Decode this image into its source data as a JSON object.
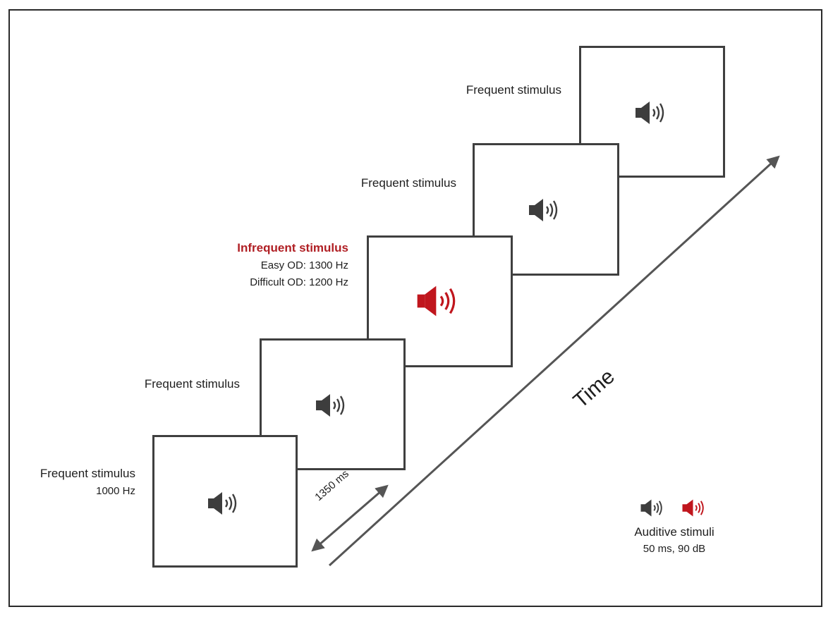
{
  "trials": [
    {
      "label": "Frequent stimulus",
      "detail": "1000 Hz",
      "type": "frequent"
    },
    {
      "label": "Frequent stimulus",
      "type": "frequent"
    },
    {
      "label": "Infrequent stimulus",
      "detail_easy": "Easy OD: 1300 Hz",
      "detail_difficult": "Difficult OD: 1200 Hz",
      "type": "infrequent"
    },
    {
      "label": "Frequent stimulus",
      "type": "frequent"
    },
    {
      "label": "Frequent stimulus",
      "type": "frequent"
    }
  ],
  "interval_label": "1350 ms",
  "time_label": "Time",
  "legend": {
    "title": "Auditive stimuli",
    "detail": "50 ms, 90 dB"
  },
  "colors": {
    "frequent_icon": "#3d3d3d",
    "infrequent_icon": "#c0161d",
    "infrequent_label": "#b01f24",
    "box_border": "#3f3f3f",
    "arrow": "#555555"
  },
  "icons": {
    "frequent": "speaker-icon",
    "infrequent": "speaker-icon"
  }
}
